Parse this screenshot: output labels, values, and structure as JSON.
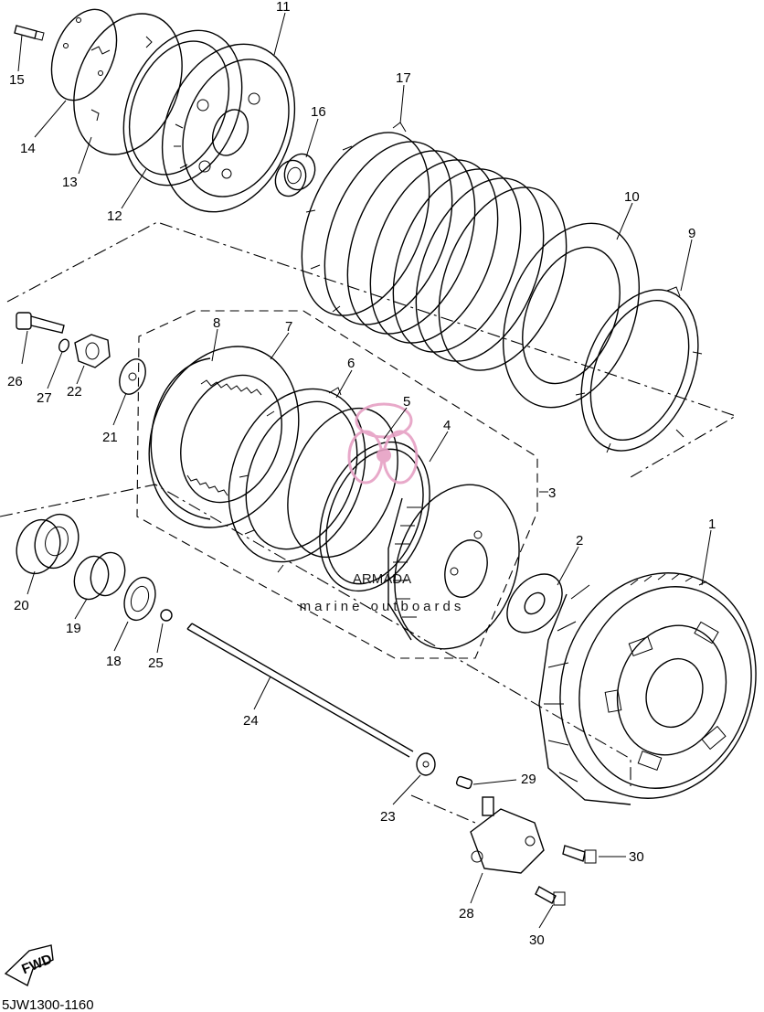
{
  "diagram_code": "5JW1300-1160",
  "fwd_label": "FWD",
  "watermark": {
    "brand": "ARMADA",
    "tagline": "marine outboards",
    "brand_color": "#e6a0c4"
  },
  "callouts": [
    "1",
    "2",
    "3",
    "4",
    "5",
    "6",
    "7",
    "8",
    "9",
    "10",
    "11",
    "12",
    "13",
    "14",
    "15",
    "16",
    "17",
    "18",
    "19",
    "20",
    "21",
    "22",
    "23",
    "24",
    "25",
    "26",
    "27",
    "28",
    "29",
    "30",
    "30"
  ]
}
